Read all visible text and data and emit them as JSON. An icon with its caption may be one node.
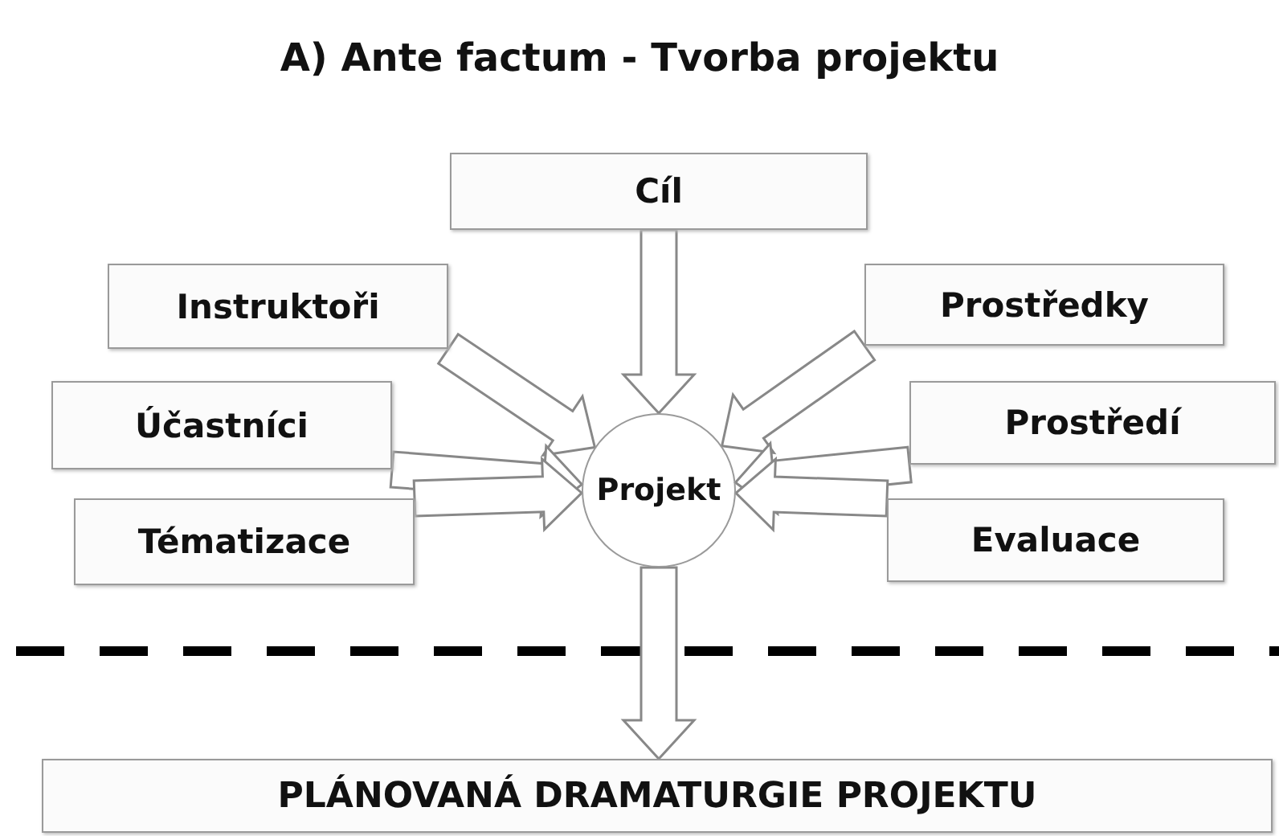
{
  "diagram": {
    "title": "A) Ante factum - Tvorba projektu",
    "nodes": [
      {
        "text": [
          "Cíl"
        ]
      },
      {
        "text": [
          "Instruktoři"
        ]
      },
      {
        "text": [
          "Prostředky"
        ]
      },
      {
        "text": [
          "Účastníci"
        ]
      },
      {
        "text": [
          "Prostředí"
        ]
      },
      {
        "text": [
          "Tématizace"
        ]
      },
      {
        "text": [
          "Evaluace"
        ]
      },
      {
        "text": [
          "Projekt"
        ]
      },
      {
        "text": [
          "PLÁNOVANÁ DRAMATURGIE PROJEKTU"
        ]
      }
    ],
    "edges": [
      {
        "from": 0,
        "to": 7,
        "arrow": "to"
      },
      {
        "from": 1,
        "to": 7,
        "arrow": "to"
      },
      {
        "from": 2,
        "to": 7,
        "arrow": "to"
      },
      {
        "from": 3,
        "to": 7,
        "arrow": "to"
      },
      {
        "from": 4,
        "to": 7,
        "arrow": "to"
      },
      {
        "from": 5,
        "to": 7,
        "arrow": "to"
      },
      {
        "from": 6,
        "to": 7,
        "arrow": "to"
      },
      {
        "from": 7,
        "to": 8,
        "arrow": "to"
      }
    ]
  }
}
